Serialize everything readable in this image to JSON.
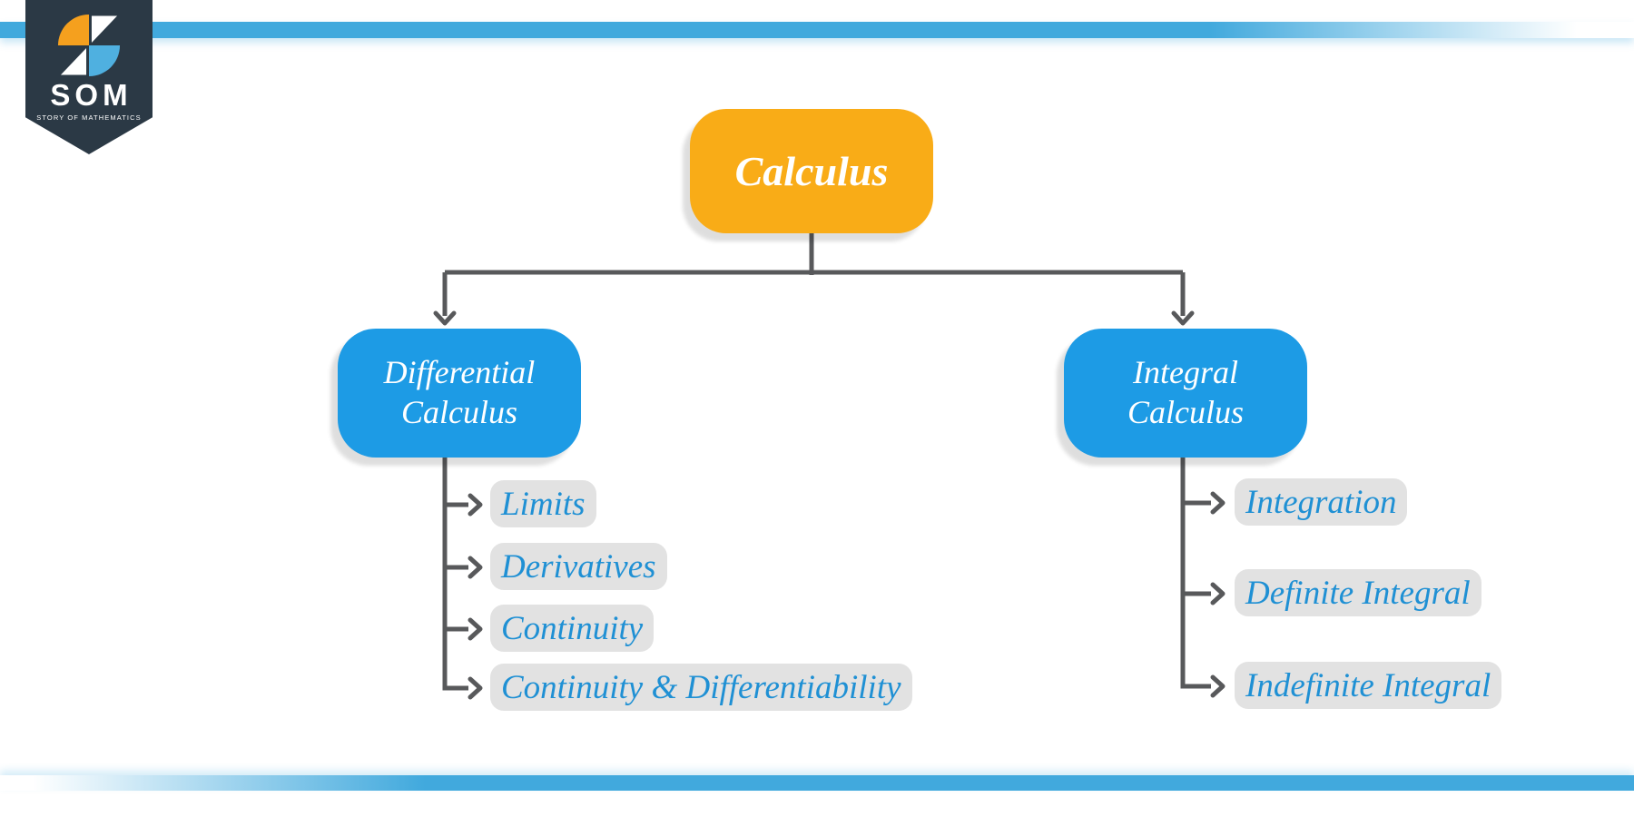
{
  "logo": {
    "acronym": "SOM",
    "tagline": "STORY OF MATHEMATICS"
  },
  "diagram": {
    "root": {
      "label": "Calculus"
    },
    "branches": [
      {
        "line1": "Differential",
        "line2": "Calculus",
        "children": [
          "Limits",
          "Derivatives",
          "Continuity",
          "Continuity & Differentiability"
        ]
      },
      {
        "line1": "Integral",
        "line2": "Calculus",
        "children": [
          "Integration",
          "Definite Integral",
          "Indefinite Integral"
        ]
      }
    ]
  },
  "colors": {
    "accent_bar": "#41A9DD",
    "root_node": "#F9AC17",
    "branch_node": "#1D9BE5",
    "leaf_text": "#1F90D4",
    "leaf_bg": "#E2E2E2",
    "connector": "#58595B",
    "logo_navy": "#2B3945",
    "logo_orange": "#F5A01E",
    "logo_blue": "#4FB0E0"
  }
}
